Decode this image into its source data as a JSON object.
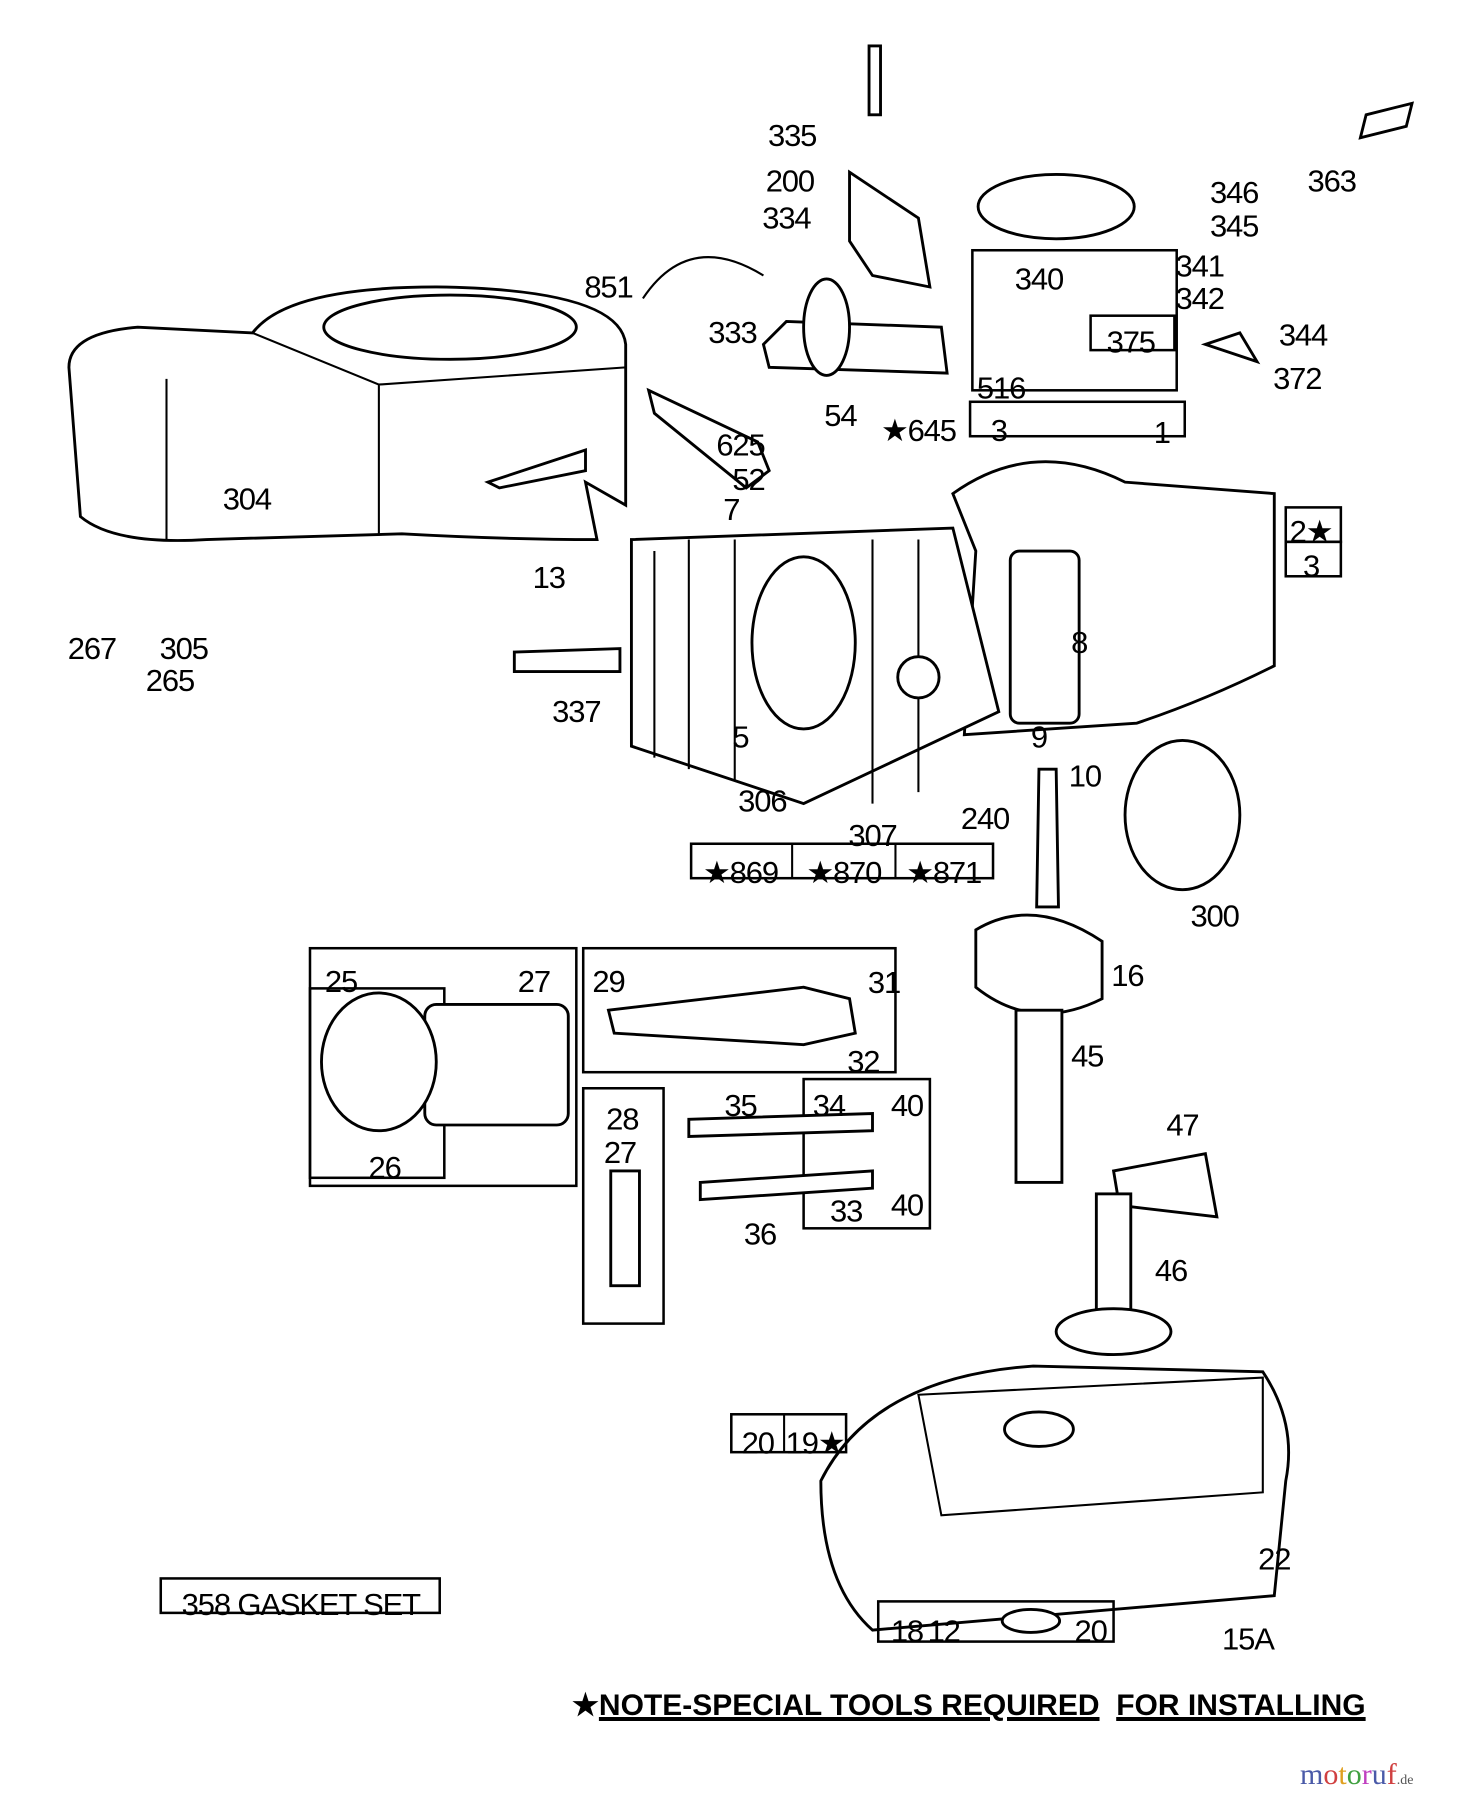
{
  "diagram": {
    "callouts": [
      "335",
      "200",
      "334",
      "851",
      "333",
      "340",
      "346",
      "345",
      "363",
      "341",
      "342",
      "375",
      "344",
      "372",
      "516",
      "54",
      "★645",
      "3",
      "1",
      "625",
      "52",
      "7",
      "304",
      "2★",
      "3",
      "13",
      "8",
      "267",
      "305",
      "265",
      "337",
      "5",
      "9",
      "10",
      "306",
      "307",
      "240",
      "★869",
      "★870",
      "★871",
      "300",
      "16",
      "25",
      "27",
      "29",
      "31",
      "32",
      "45",
      "28",
      "35",
      "34",
      "40",
      "27",
      "47",
      "26",
      "33",
      "40",
      "36",
      "46",
      "20",
      "19★",
      "22",
      "358 GASKET SET",
      "18",
      "12",
      "20",
      "15A"
    ],
    "note_star": "★",
    "note_text": "NOTE-SPECIAL TOOLS REQUIRED",
    "note_text2": "FOR INSTALLING"
  },
  "watermark": {
    "name": "motoruf",
    "suffix": ".de",
    "colors": [
      "#4a5aa8",
      "#d04040",
      "#e0a020",
      "#40a040",
      "#c040c0"
    ]
  }
}
